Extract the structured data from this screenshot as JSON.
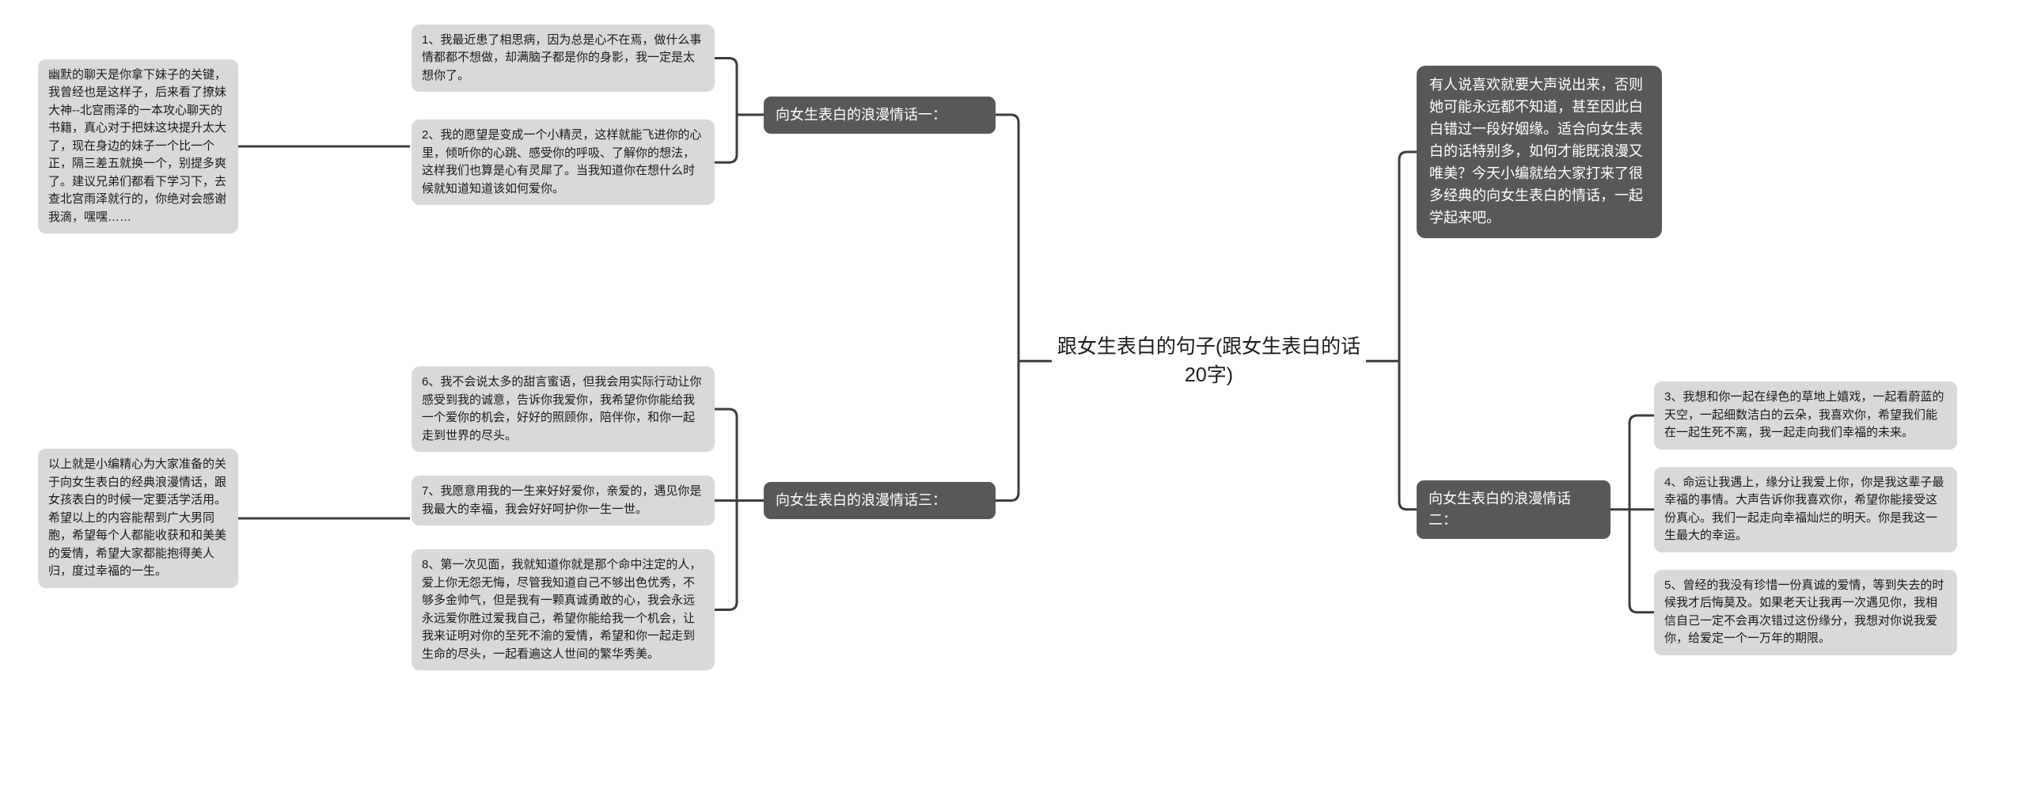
{
  "diagram": {
    "type": "mindmap",
    "title": "跟女生表白的句子(跟女生表白的话20字)",
    "colors": {
      "light_node_bg": "#d9d9d9",
      "dark_node_bg": "#585858",
      "text_dark": "#1a1a1a",
      "text_light": "#ffffff",
      "link_stroke": "#3d3d3d",
      "canvas_bg": "#ffffff"
    }
  },
  "nodes": {
    "center_title": "跟女生表白的句子(跟女生表白的话20字)",
    "intro_dark": "有人说喜欢就要大声说出来，否则她可能永远都不知道，甚至因此白白错过一段好姻缘。适合向女生表白的话特别多，如何才能既浪漫又唯美？今天小编就给大家打来了很多经典的向女生表白的情话，一起学起来吧。",
    "branch_one_label": "向女生表白的浪漫情话一：",
    "branch_two_label": "向女生表白的浪漫情话二：",
    "branch_three_label": "向女生表白的浪漫情话三：",
    "item_1": "1、我最近患了相思病，因为总是心不在焉，做什么事情都都不想做，却满脑子都是你的身影，我一定是太想你了。",
    "item_2": "2、我的愿望是变成一个小精灵，这样就能飞进你的心里，倾听你的心跳、感受你的呼吸、了解你的想法，这样我们也算是心有灵犀了。当我知道你在想什么时候就知道知道该如何爱你。",
    "item_3": "3、我想和你一起在绿色的草地上嬉戏，一起看蔚蓝的天空，一起细数洁白的云朵，我喜欢你，希望我们能在一起生死不离，我一起走向我们幸福的未来。",
    "item_4": "4、命运让我遇上，缘分让我爱上你，你是我这辈子最幸福的事情。大声告诉你我喜欢你，希望你能接受这份真心。我们一起走向幸福灿烂的明天。你是我这一生最大的幸运。",
    "item_5": "5、曾经的我没有珍惜一份真诚的爱情，等到失去的时候我才后悔莫及。如果老天让我再一次遇见你，我相信自己一定不会再次错过这份缘分，我想对你说我爱你，给爱定一个一万年的期限。",
    "item_6": "6、我不会说太多的甜言蜜语，但我会用实际行动让你感受到我的诚意，告诉你我爱你，我希望你你能给我一个爱你的机会，好好的照顾你，陪伴你，和你一起走到世界的尽头。",
    "item_7": "7、我愿意用我的一生来好好爱你，亲爱的，遇见你是我最大的幸福，我会好好呵护你一生一世。",
    "item_8": "8、第一次见面，我就知道你就是那个命中注定的人，爱上你无怨无悔，尽管我知道自己不够出色优秀，不够多金帅气，但是我有一颗真诚勇敢的心，我会永远永远爱你胜过爱我自己，希望你能给我一个机会，让我来证明对你的至死不渝的爱情，希望和你一起走到生命的尽头，一起看遍这人世间的繁华秀美。",
    "tip_humor": "幽默的聊天是你拿下妹子的关键，我曾经也是这样子，后来看了撩妹大神--北宫雨泽的一本攻心聊天的书籍，真心对于把妹这块提升太大了，现在身边的妹子一个比一个正，隔三差五就换一个，别提多爽了。建议兄弟们都看下学习下，去查北宫雨泽就行的，你绝对会感谢我滴，嘿嘿……",
    "summary": "以上就是小编精心为大家准备的关于向女生表白的经典浪漫情话，跟女孩表白的时候一定要活学活用。希望以上的内容能帮到广大男同胞，希望每个人都能收获和和美美的爱情，希望大家都能抱得美人归，度过幸福的一生。"
  }
}
